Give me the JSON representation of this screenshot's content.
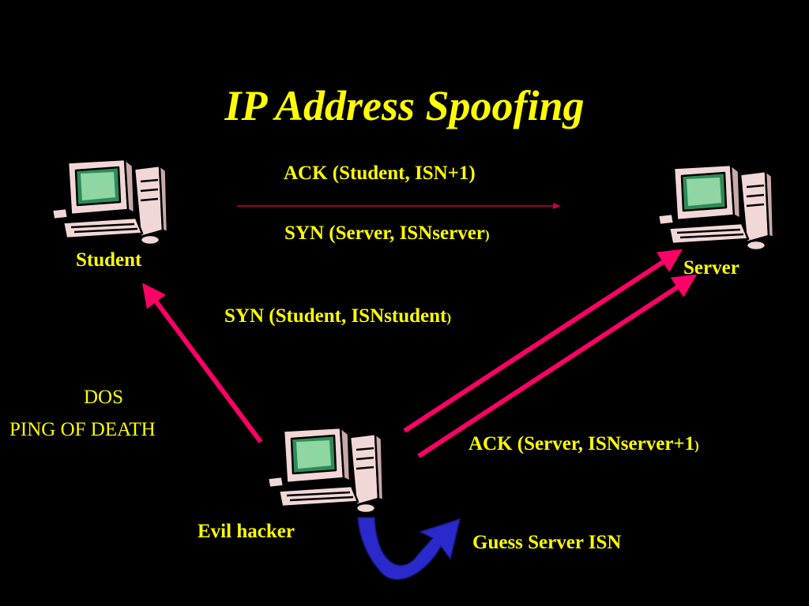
{
  "title": "IP Address Spoofing",
  "nodes": {
    "student": "Student",
    "server": "Server",
    "hacker": "Evil hacker"
  },
  "messages": {
    "ack_student": "ACK (Student, ISN+1)",
    "syn_server_main": "SYN (Server, ISNserver",
    "syn_server_paren": ")",
    "syn_student_main": "SYN (Student, ISNstudent",
    "syn_student_paren": ")",
    "ack_server_main": "ACK (Server, ISNserver+1",
    "ack_server_paren": ")",
    "guess": "Guess Server ISN",
    "dos_line1": "DOS",
    "dos_line2": "PING OF DEATH"
  },
  "colors": {
    "text": "#FFFF00",
    "attack_arrow": "#FF0066",
    "ack_arrow": "#CC0044",
    "loop_arrow": "#2A2ACC"
  }
}
